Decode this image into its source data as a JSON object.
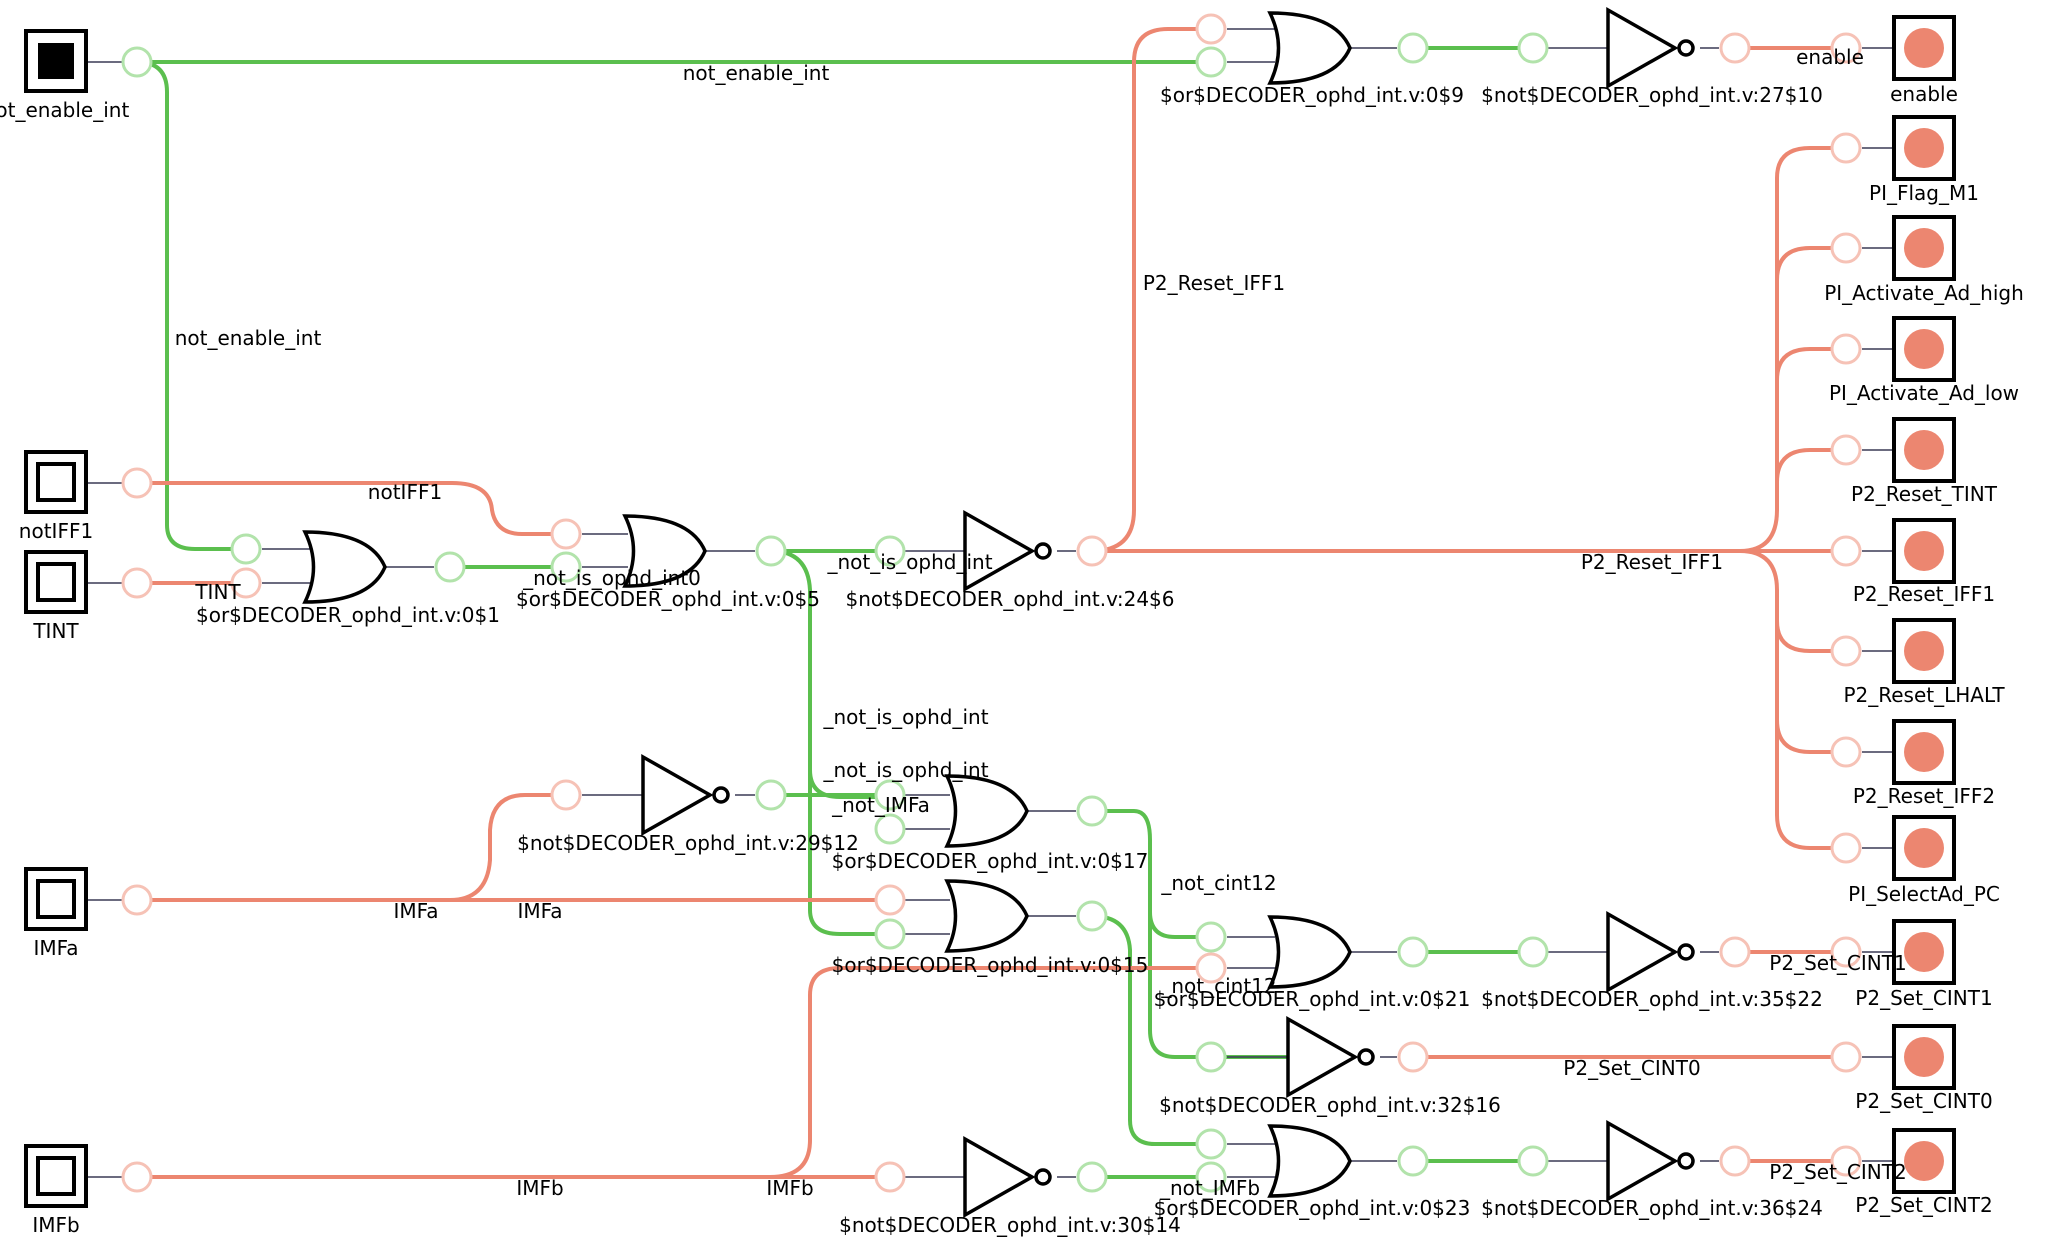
{
  "colors": {
    "wire_active": "#5bbf4e",
    "wire_inactive": "#ec8670",
    "pin_active": "#b2e3ab",
    "pin_inactive": "#f6c2b6",
    "output_fill": "#ec8670"
  },
  "inputs": {
    "not_enable_int": "not_enable_int",
    "notIFF1": "notIFF1",
    "TINT": "TINT",
    "IMFa": "IMFa",
    "IMFb": "IMFb"
  },
  "outputs": {
    "enable": "enable",
    "PI_Flag_M1": "PI_Flag_M1",
    "PI_Activate_Ad_high": "PI_Activate_Ad_high",
    "PI_Activate_Ad_low": "PI_Activate_Ad_low",
    "P2_Reset_TINT": "P2_Reset_TINT",
    "P2_Reset_IFF1": "P2_Reset_IFF1",
    "P2_Reset_LHALT": "P2_Reset_LHALT",
    "P2_Reset_IFF2": "P2_Reset_IFF2",
    "PI_SelectAd_PC": "PI_SelectAd_PC",
    "P2_Set_CINT1": "P2_Set_CINT1",
    "P2_Set_CINT0": "P2_Set_CINT0",
    "P2_Set_CINT2": "P2_Set_CINT2"
  },
  "gates": {
    "or1": "$or$DECODER_ophd_int.v:0$1",
    "or5": "$or$DECODER_ophd_int.v:0$5",
    "not6": "$not$DECODER_ophd_int.v:24$6",
    "or9": "$or$DECODER_ophd_int.v:0$9",
    "not10": "$not$DECODER_ophd_int.v:27$10",
    "not12": "$not$DECODER_ophd_int.v:29$12",
    "or17": "$or$DECODER_ophd_int.v:0$17",
    "or15": "$or$DECODER_ophd_int.v:0$15",
    "or21": "$or$DECODER_ophd_int.v:0$21",
    "not22": "$not$DECODER_ophd_int.v:35$22",
    "not16": "$not$DECODER_ophd_int.v:32$16",
    "not14": "$not$DECODER_ophd_int.v:30$14",
    "or23": "$or$DECODER_ophd_int.v:0$23",
    "not24": "$not$DECODER_ophd_int.v:36$24"
  },
  "nets": {
    "not_enable_int_top": "not_enable_int",
    "not_enable_int_side": "not_enable_int",
    "notIFF1": "notIFF1",
    "TINT": "TINT",
    "not_is_ophd_int0": "_not_is_ophd_int0",
    "not_is_ophd_int_a": "_not_is_ophd_int",
    "not_is_ophd_int_b": "_not_is_ophd_int",
    "not_is_ophd_int_c": "_not_is_ophd_int",
    "P2_Reset_IFF1_up": "P2_Reset_IFF1",
    "P2_Reset_IFF1_bus": "P2_Reset_IFF1",
    "enable": "enable",
    "not_IMFa": "_not_IMFa",
    "IMFa_1": "IMFa",
    "IMFa_2": "IMFa",
    "not_cint12_a": "_not_cint12",
    "not_cint12_b": "_not_cint12",
    "P2_Set_CINT1": "P2_Set_CINT1",
    "P2_Set_CINT0": "P2_Set_CINT0",
    "P2_Set_CINT2": "P2_Set_CINT2",
    "IMFb_1": "IMFb",
    "IMFb_2": "IMFb",
    "not_IMFb": "_not_IMFb"
  }
}
